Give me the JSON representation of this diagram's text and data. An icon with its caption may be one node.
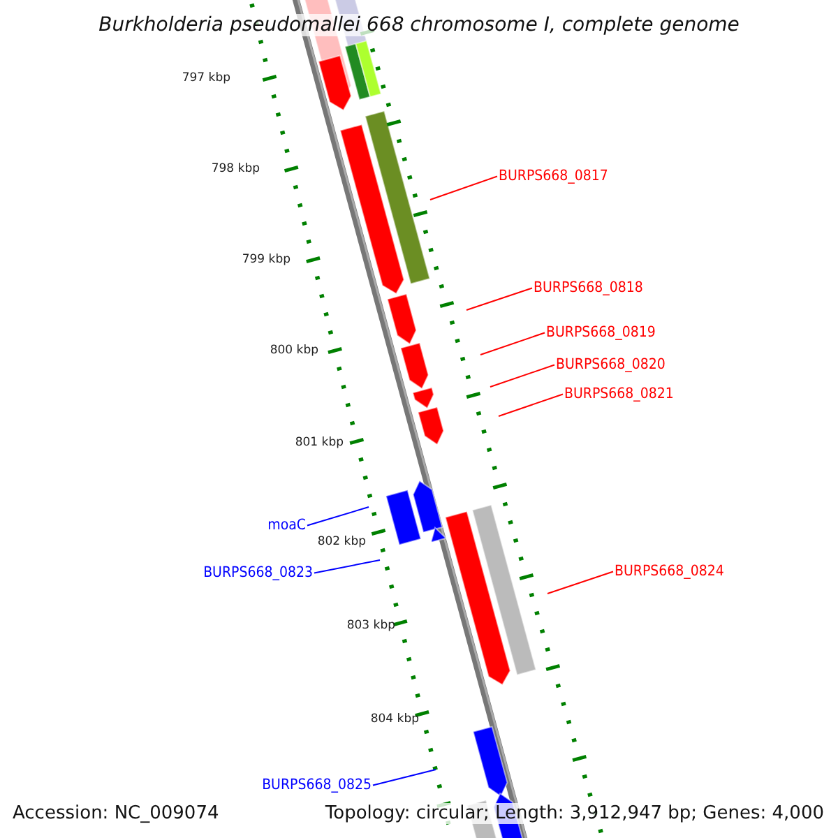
{
  "diagram": {
    "title": "Burkholderia pseudomallei 668 chromosome I, complete genome",
    "nodes": [
      {
        "text": [
          "BURPS668_0817"
        ]
      },
      {
        "text": [
          "BURPS668_0818"
        ]
      },
      {
        "text": [
          "BURPS668_0819"
        ]
      },
      {
        "text": [
          "BURPS668_0820"
        ]
      },
      {
        "text": [
          "BURPS668_0821"
        ]
      },
      {
        "text": [
          "moaC"
        ]
      },
      {
        "text": [
          "BURPS668_0823"
        ]
      },
      {
        "text": [
          "BURPS668_0824"
        ]
      },
      {
        "text": [
          "BURPS668_0825"
        ]
      }
    ],
    "edges": [
      {
        "from": 0,
        "to": null,
        "arrow": "none"
      },
      {
        "from": 1,
        "to": null,
        "arrow": "none"
      },
      {
        "from": 2,
        "to": null,
        "arrow": "none"
      },
      {
        "from": 3,
        "to": null,
        "arrow": "none"
      },
      {
        "from": 4,
        "to": null,
        "arrow": "none"
      },
      {
        "from": 5,
        "to": null,
        "arrow": "none",
        "color": "#0000ff"
      },
      {
        "from": 6,
        "to": null,
        "arrow": "none",
        "color": "#0000ff"
      },
      {
        "from": 7,
        "to": null,
        "arrow": "none"
      },
      {
        "from": 8,
        "to": null,
        "arrow": "none",
        "color": "#0000ff"
      }
    ],
    "labels": [
      "797 kbp",
      "798 kbp",
      "799 kbp",
      "800 kbp",
      "801 kbp",
      "802 kbp",
      "803 kbp",
      "804 kbp",
      "Accession: NC_009074",
      "Topology: circular; Length: 3,912,947 bp; Genes: 4,000"
    ]
  }
}
